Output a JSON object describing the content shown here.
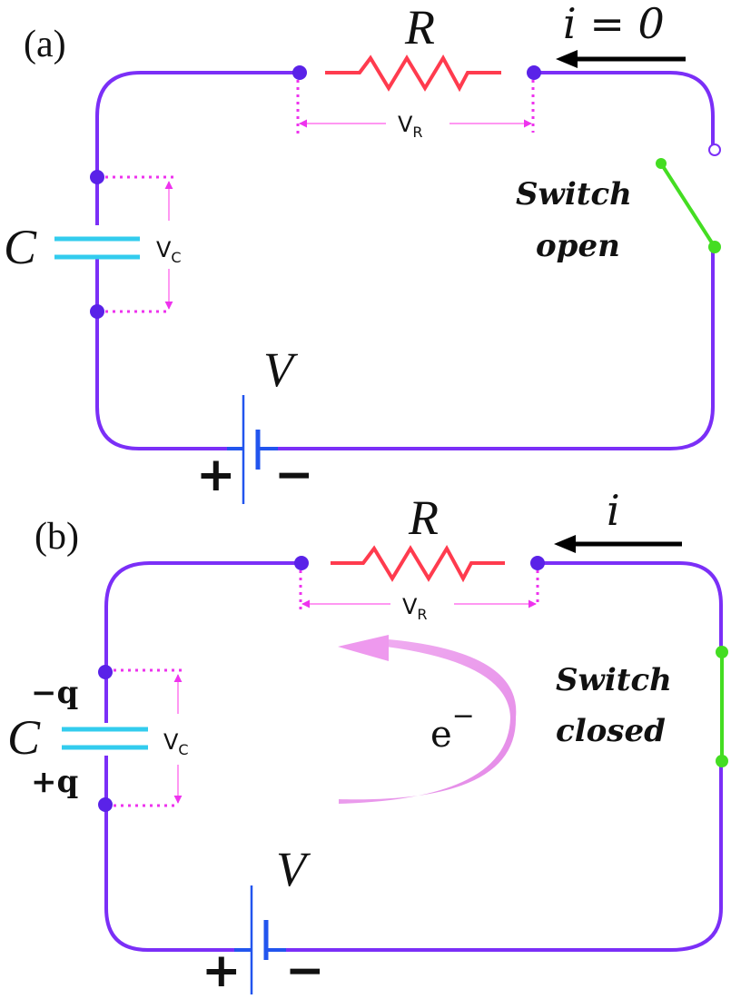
{
  "figure": {
    "panels": [
      {
        "id": "a",
        "panel_label": "(a)",
        "resistor_label": "R",
        "current_label": "i = 0",
        "vr_main": "V",
        "vr_sub": "R",
        "capacitor_label": "C",
        "vc_main": "V",
        "vc_sub": "C",
        "battery_label": "V",
        "battery_plus": "+",
        "battery_minus": "−",
        "switch_line1": "Switch",
        "switch_line2": "open",
        "switch_state": "open"
      },
      {
        "id": "b",
        "panel_label": "(b)",
        "resistor_label": "R",
        "current_label": "i",
        "vr_main": "V",
        "vr_sub": "R",
        "capacitor_label": "C",
        "cap_top_charge": "−q",
        "cap_bottom_charge": "+q",
        "vc_main": "V",
        "vc_sub": "C",
        "electron_label": "e",
        "electron_sup": "−",
        "battery_label": "V",
        "battery_plus": "+",
        "battery_minus": "−",
        "switch_line1": "Switch",
        "switch_line2": "closed",
        "switch_state": "closed"
      }
    ],
    "colors": {
      "wire": "#7b2ff7",
      "resistor": "#ff3b4e",
      "node": "#5a22e8",
      "capacitor": "#33ccee",
      "battery": "#2255ee",
      "switch": "#44dd22",
      "voltage_marker": "#ee33ee",
      "electron_arrow": "#e58be8"
    }
  }
}
